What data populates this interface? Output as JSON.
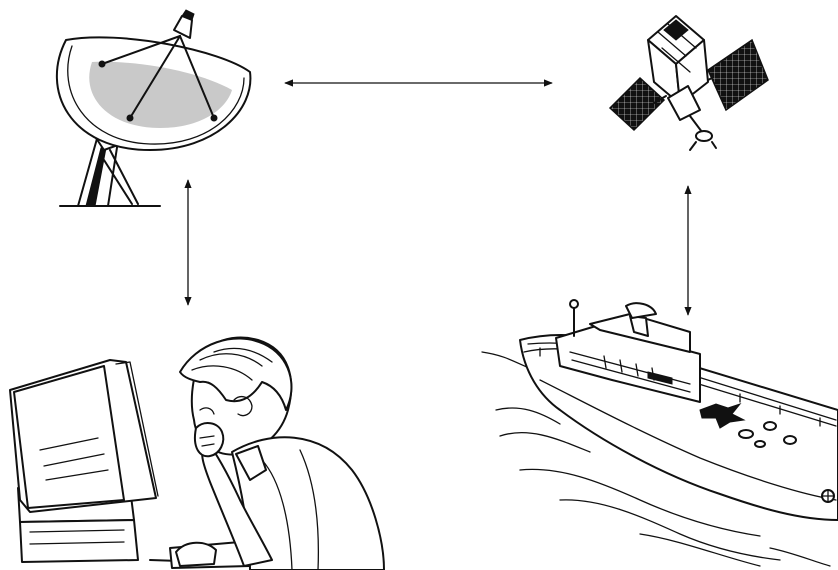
{
  "diagram": {
    "nodes": [
      {
        "id": "ground-station",
        "icon": "satellite-dish-icon"
      },
      {
        "id": "satellite",
        "icon": "satellite-icon"
      },
      {
        "id": "operator",
        "icon": "person-at-computer-icon"
      },
      {
        "id": "ship",
        "icon": "ship-icon"
      }
    ],
    "links": [
      {
        "from": "ground-station",
        "to": "satellite",
        "direction": "bidirectional"
      },
      {
        "from": "ground-station",
        "to": "operator",
        "direction": "bidirectional"
      },
      {
        "from": "satellite",
        "to": "ship",
        "direction": "bidirectional"
      }
    ],
    "colors": {
      "line": "#111111",
      "background": "#ffffff",
      "dish_shade": "#c9c9c9"
    }
  }
}
